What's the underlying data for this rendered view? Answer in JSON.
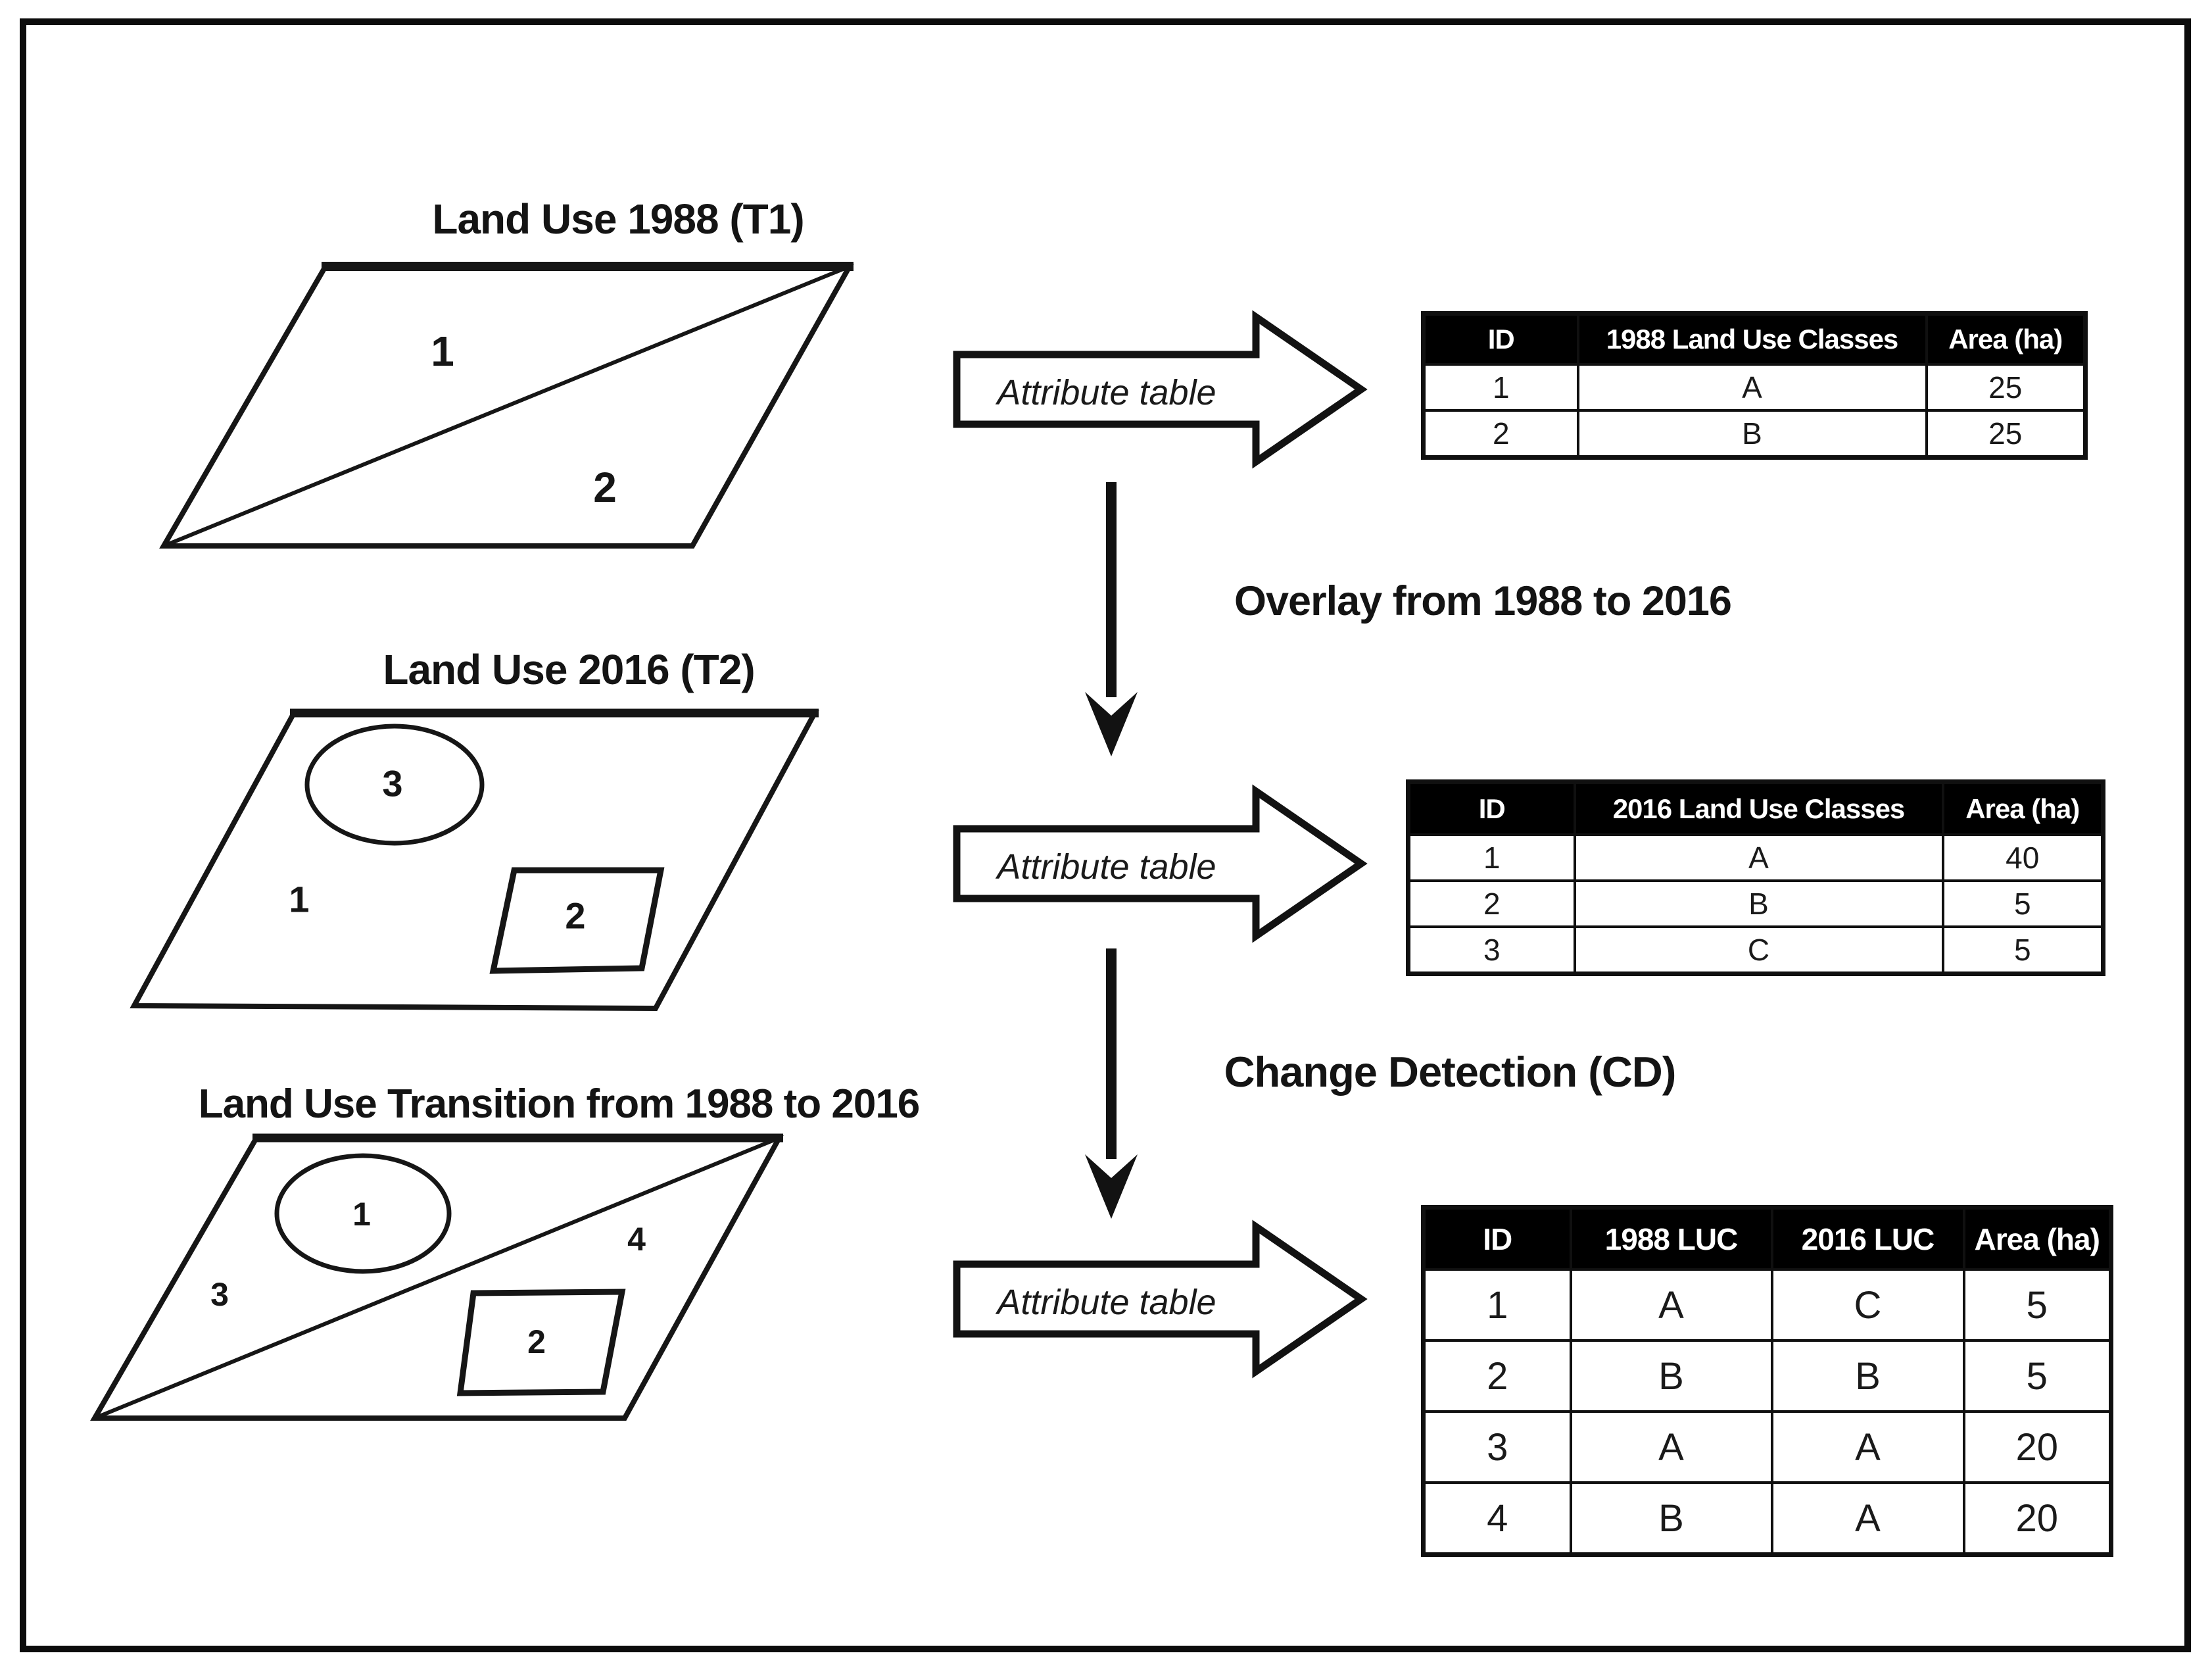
{
  "colors": {
    "ink": "#161616",
    "table_header_bg": "#000000",
    "table_header_fg": "#ffffff",
    "background": "#ffffff"
  },
  "diagram1": {
    "title": "Land Use 1988 (T1)",
    "regions": {
      "r1": "1",
      "r2": "2"
    }
  },
  "diagram2": {
    "title": "Land Use 2016 (T2)",
    "regions": {
      "r1": "1",
      "r2": "2",
      "r3": "3"
    }
  },
  "diagram3": {
    "title": "Land Use Transition from 1988 to 2016",
    "regions": {
      "r1": "1",
      "r2": "2",
      "r3": "3",
      "r4": "4"
    }
  },
  "flow": {
    "attribute_arrow_label": "Attribute table",
    "overlay_label": "Overlay from 1988 to 2016",
    "cd_label": "Change Detection (CD)"
  },
  "tables": {
    "t1988": {
      "headers": [
        "ID",
        "1988 Land Use Classes",
        "Area (ha)"
      ],
      "rows": [
        [
          "1",
          "A",
          "25"
        ],
        [
          "2",
          "B",
          "25"
        ]
      ]
    },
    "t2016": {
      "headers": [
        "ID",
        "2016 Land Use Classes",
        "Area (ha)"
      ],
      "rows": [
        [
          "1",
          "A",
          "40"
        ],
        [
          "2",
          "B",
          "5"
        ],
        [
          "3",
          "C",
          "5"
        ]
      ]
    },
    "tcd": {
      "headers": [
        "ID",
        "1988 LUC",
        "2016 LUC",
        "Area (ha)"
      ],
      "rows": [
        [
          "1",
          "A",
          "C",
          "5"
        ],
        [
          "2",
          "B",
          "B",
          "5"
        ],
        [
          "3",
          "A",
          "A",
          "20"
        ],
        [
          "4",
          "B",
          "A",
          "20"
        ]
      ]
    }
  }
}
